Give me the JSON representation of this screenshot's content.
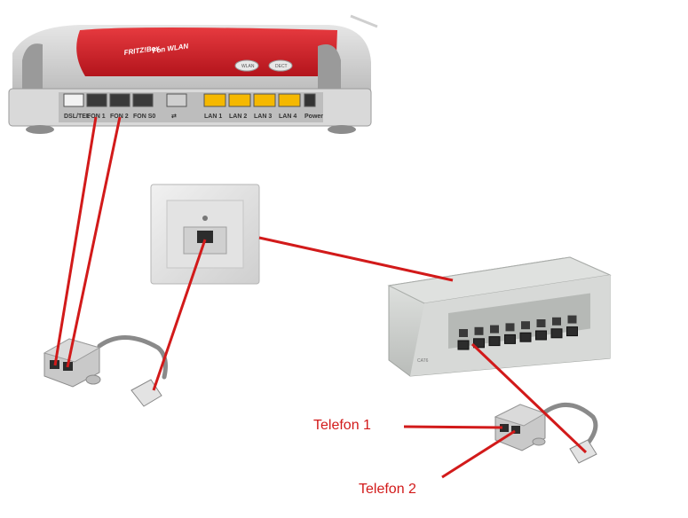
{
  "router": {
    "brand": "FRITZ!Box",
    "sub_brand": "Fon WLAN",
    "ports": [
      {
        "label": "DSL/TEL",
        "color": "#f2f2f2"
      },
      {
        "label": "FON 1",
        "color": "#3a3a3a"
      },
      {
        "label": "FON 2",
        "color": "#3a3a3a"
      },
      {
        "label": "FON S0",
        "color": "#3a3a3a"
      },
      {
        "label": "",
        "color": "#cfcfcf",
        "icon": "usb-icon"
      },
      {
        "label": "LAN 1",
        "color": "#f5b800"
      },
      {
        "label": "LAN 2",
        "color": "#f5b800"
      },
      {
        "label": "LAN 3",
        "color": "#f5b800"
      },
      {
        "label": "LAN 4",
        "color": "#f5b800"
      },
      {
        "label": "Power",
        "color": "#333333"
      }
    ],
    "buttons": [
      "WLAN",
      "DECT"
    ]
  },
  "patch_panel": {
    "label": "CAT6",
    "port_count": 8
  },
  "labels": {
    "telefon_1": "Telefon 1",
    "telefon_2": "Telefon 2"
  },
  "colors": {
    "cable_red": "#d21a1a",
    "router_red": "#d2202a",
    "router_silver": "#c8c8c8",
    "lan_yellow": "#f5b800"
  }
}
